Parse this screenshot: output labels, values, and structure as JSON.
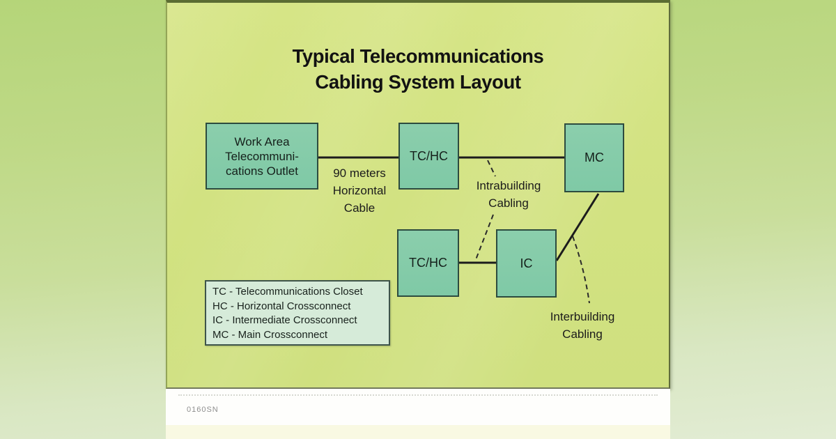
{
  "title": {
    "line1": "Typical Telecommunications",
    "line2": "Cabling System Layout"
  },
  "nodes": {
    "work_area": {
      "lines": [
        "Work Area",
        "Telecommuni-",
        "cations Outlet"
      ]
    },
    "tc_hc_top": {
      "label": "TC/HC"
    },
    "mc": {
      "label": "MC"
    },
    "tc_hc_bottom": {
      "label": "TC/HC"
    },
    "ic": {
      "label": "IC"
    }
  },
  "labels": {
    "horizontal_cable": {
      "lines": [
        "90 meters",
        "Horizontal",
        "Cable"
      ]
    },
    "intrabuilding": {
      "lines": [
        "Intrabuilding",
        "Cabling"
      ]
    },
    "interbuilding": {
      "lines": [
        "Interbuilding",
        "Cabling"
      ]
    }
  },
  "legend": {
    "items": [
      "TC - Telecommunications Closet",
      "HC - Horizontal Crossconnect",
      "IC - Intermediate Crossconnect",
      "MC - Main Crossconnect"
    ]
  },
  "footer": {
    "code": "0160SN"
  },
  "colors": {
    "panel_background": "#d2e281",
    "node_fill": "#85cbaa",
    "node_border": "#2c4b3f",
    "legend_fill": "#d6ebd9",
    "wire": "#1c1c1c",
    "page_gradient_top": "#b5d579",
    "page_gradient_bottom": "#e2ecd4"
  }
}
